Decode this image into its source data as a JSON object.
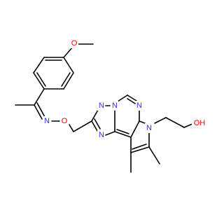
{
  "molecule": {
    "atom_labels": {
      "methoxy_o": "O",
      "oxime_n": "N",
      "oxime_o": "O",
      "triazole_n1": "N",
      "triazole_n2": "N",
      "triazole_n3": "N",
      "pyrimidine_n": "N",
      "pyrrole_n": "N",
      "hydroxyl": "OH"
    },
    "colors": {
      "carbon_bond": "#000000",
      "nitrogen": "#3030ff",
      "oxygen": "#ff0000",
      "background": "#ffffff"
    }
  }
}
